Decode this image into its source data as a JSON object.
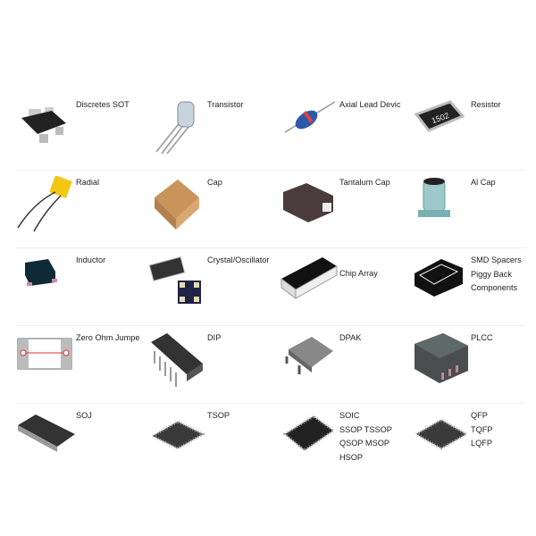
{
  "components": [
    {
      "lines": [
        "Discretes SOT"
      ],
      "icon": "sot-package-icon"
    },
    {
      "lines": [
        "Transistor"
      ],
      "icon": "transistor-icon"
    },
    {
      "lines": [
        "Axial Lead Devic"
      ],
      "icon": "axial-lead-icon"
    },
    {
      "lines": [
        "Resistor"
      ],
      "icon": "chip-resistor-icon"
    },
    {
      "lines": [
        "Radial"
      ],
      "icon": "radial-capacitor-icon"
    },
    {
      "lines": [
        "Cap"
      ],
      "icon": "ceramic-cap-icon"
    },
    {
      "lines": [
        "Tantalum Cap"
      ],
      "icon": "tantalum-cap-icon"
    },
    {
      "lines": [
        "Al Cap"
      ],
      "icon": "aluminum-cap-icon"
    },
    {
      "lines": [
        "Inductor"
      ],
      "icon": "inductor-icon"
    },
    {
      "lines": [
        "Crystal/Oscillator"
      ],
      "icon": "crystal-oscillator-icon"
    },
    {
      "lines": [
        "Chip Array"
      ],
      "icon": "chip-array-icon"
    },
    {
      "lines": [
        "SMD Spacers",
        "Piggy Back",
        "Components"
      ],
      "icon": "smd-spacer-icon"
    },
    {
      "lines": [
        "Zero Ohm Jumpe"
      ],
      "icon": "zero-ohm-jumper-icon"
    },
    {
      "lines": [
        "DIP"
      ],
      "icon": "dip-package-icon"
    },
    {
      "lines": [
        "DPAK"
      ],
      "icon": "dpak-package-icon"
    },
    {
      "lines": [
        "PLCC"
      ],
      "icon": "plcc-package-icon"
    },
    {
      "lines": [
        "SOJ"
      ],
      "icon": "soj-package-icon"
    },
    {
      "lines": [
        "TSOP"
      ],
      "icon": "tsop-package-icon"
    },
    {
      "lines": [
        "SOIC",
        "SSOP TSSOP",
        "QSOP MSOP",
        "HSOP"
      ],
      "icon": "soic-package-icon"
    },
    {
      "lines": [
        "QFP",
        "TQFP",
        "LQFP"
      ],
      "icon": "qfp-package-icon"
    }
  ]
}
